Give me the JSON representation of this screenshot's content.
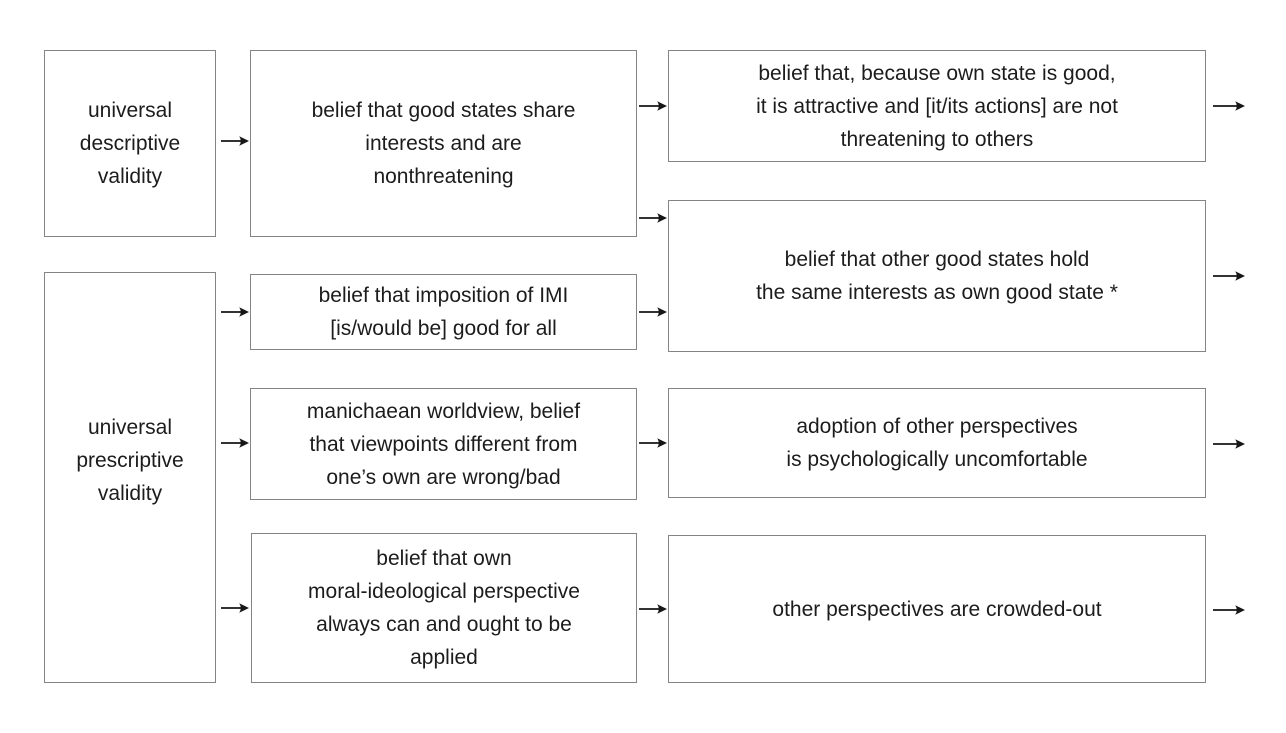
{
  "diagram": {
    "background": "#ffffff",
    "box_border_color": "#848484",
    "text_color": "#1c1c1c",
    "arrow_color": "#161616"
  },
  "boxes": {
    "left": [
      {
        "name": "universal-descriptive-validity",
        "lines": [
          "universal",
          "descriptive",
          "validity"
        ]
      },
      {
        "name": "universal-prescriptive-validity",
        "lines": [
          "universal",
          "prescriptive",
          "validity"
        ]
      }
    ],
    "middle": [
      {
        "name": "good-states-share-interests",
        "lines": [
          "belief that good states share",
          "interests and are",
          "nonthreatening"
        ]
      },
      {
        "name": "imposition-of-imi-good",
        "lines": [
          "belief that imposition of IMI",
          "[is/would be] good for all"
        ]
      },
      {
        "name": "manichaean-worldview",
        "lines": [
          "manichaean worldview, belief",
          "that viewpoints different from",
          "one’s own are wrong/bad"
        ]
      },
      {
        "name": "own-perspective-applied",
        "lines": [
          "belief that own",
          "moral-ideological perspective",
          "always can and ought to be",
          "applied"
        ]
      }
    ],
    "right": [
      {
        "name": "own-state-attractive-nonthreatening",
        "lines": [
          "belief that, because own state is good,",
          "it is attractive and [it/its actions] are not",
          "threatening to others"
        ]
      },
      {
        "name": "other-good-states-same-interests",
        "lines": [
          "belief that other good states hold",
          "the same interests as own good state *"
        ]
      },
      {
        "name": "adoption-other-perspectives-uncomfortable",
        "lines": [
          "adoption of other perspectives",
          "is psychologically uncomfortable"
        ]
      },
      {
        "name": "other-perspectives-crowded-out",
        "lines": [
          "other perspectives are crowded-out"
        ]
      }
    ]
  },
  "edges": [
    {
      "from": "universal-descriptive-validity",
      "to": "good-states-share-interests"
    },
    {
      "from": "universal-prescriptive-validity",
      "to": "imposition-of-imi-good"
    },
    {
      "from": "universal-prescriptive-validity",
      "to": "manichaean-worldview"
    },
    {
      "from": "universal-prescriptive-validity",
      "to": "own-perspective-applied"
    },
    {
      "from": "good-states-share-interests",
      "to": "own-state-attractive-nonthreatening"
    },
    {
      "from": "good-states-share-interests",
      "to": "other-good-states-same-interests"
    },
    {
      "from": "imposition-of-imi-good",
      "to": "other-good-states-same-interests"
    },
    {
      "from": "manichaean-worldview",
      "to": "adoption-other-perspectives-uncomfortable"
    },
    {
      "from": "own-perspective-applied",
      "to": "other-perspectives-crowded-out"
    },
    {
      "from": "own-state-attractive-nonthreatening",
      "to": "offscreen-right"
    },
    {
      "from": "other-good-states-same-interests",
      "to": "offscreen-right"
    },
    {
      "from": "adoption-other-perspectives-uncomfortable",
      "to": "offscreen-right"
    },
    {
      "from": "other-perspectives-crowded-out",
      "to": "offscreen-right"
    }
  ]
}
